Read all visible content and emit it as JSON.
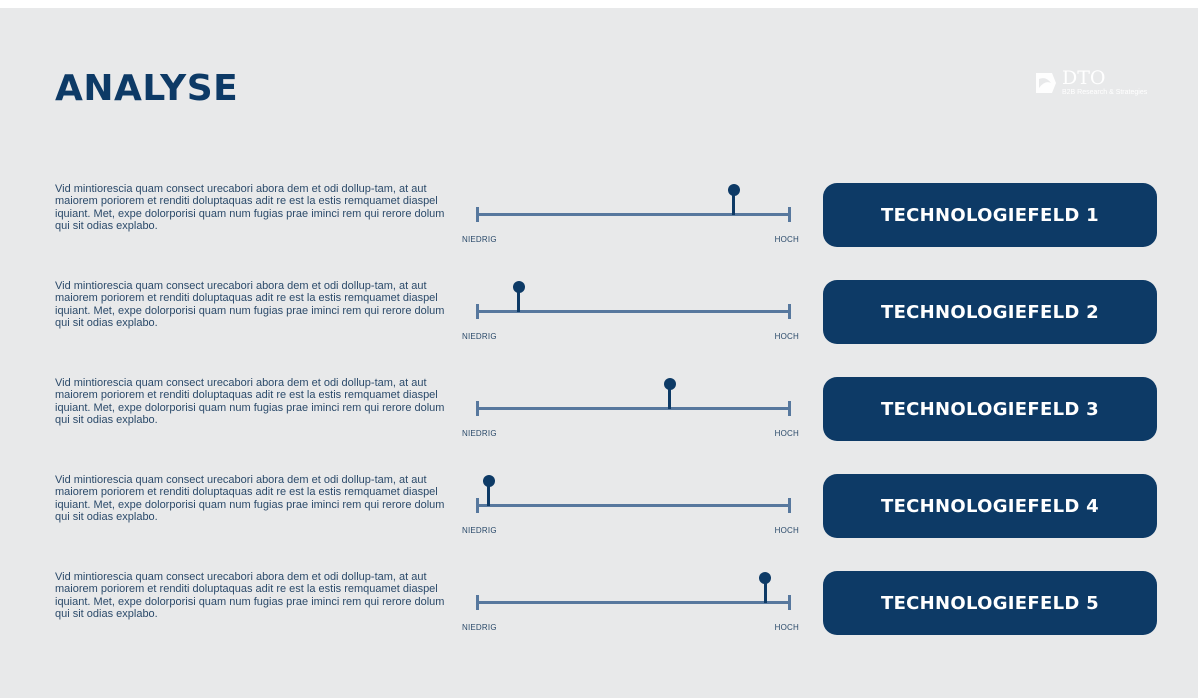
{
  "slide": {
    "title": "ANALYSE",
    "logo": {
      "name": "DTO",
      "tagline": "B2B Research & Strategies",
      "icon": "dto-logo-icon"
    }
  },
  "colors": {
    "navy": "#0d3a66",
    "track": "#57789e",
    "background": "#e8e9ea"
  },
  "scale_labels": {
    "low": "NIEDRIG",
    "high": "HOCH"
  },
  "rows": [
    {
      "text": "Vid mintiorescia quam consect urecabori abora dem et odi dollup-tam, at aut maiorem poriorem et renditi doluptaquas adit re est la estis remquamet diaspel iquiant. Met, expe dolorporisi quam num fugias prae iminci rem qui rerore dolum qui sit odias explabo.",
      "level": 0.82,
      "label": "TECHNOLOGIEFELD 1"
    },
    {
      "text": "Vid mintiorescia quam consect urecabori abora dem et odi dollup-tam, at aut maiorem poriorem et renditi doluptaquas adit re est la estis remquamet diaspel iquiant. Met, expe dolorporisi quam num fugias prae iminci rem qui rerore dolum qui sit odias explabo.",
      "level": 0.13,
      "label": "TECHNOLOGIEFELD 2"
    },
    {
      "text": "Vid mintiorescia quam consect urecabori abora dem et odi dollup-tam, at aut maiorem poriorem et renditi doluptaquas adit re est la estis remquamet diaspel iquiant. Met, expe dolorporisi quam num fugias prae iminci rem qui rerore dolum qui sit odias explabo.",
      "level": 0.615,
      "label": "TECHNOLOGIEFELD 3"
    },
    {
      "text": "Vid mintiorescia quam consect urecabori abora dem et odi dollup-tam, at aut maiorem poriorem et renditi doluptaquas adit re est la estis remquamet diaspel iquiant. Met, expe dolorporisi quam num fugias prae iminci rem qui rerore dolum qui sit odias explabo.",
      "level": 0.035,
      "label": "TECHNOLOGIEFELD 4"
    },
    {
      "text": "Vid mintiorescia quam consect urecabori abora dem et odi dollup-tam, at aut maiorem poriorem et renditi doluptaquas adit re est la estis remquamet diaspel iquiant. Met, expe dolorporisi quam num fugias prae iminci rem qui rerore dolum qui sit odias explabo.",
      "level": 0.92,
      "label": "TECHNOLOGIEFELD 5"
    }
  ]
}
